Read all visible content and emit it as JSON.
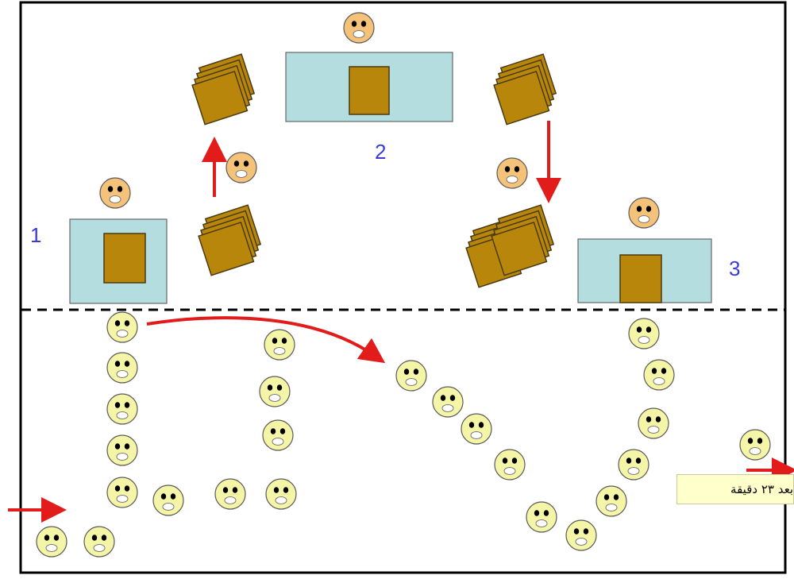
{
  "stations": [
    {
      "number": "1"
    },
    {
      "number": "2"
    },
    {
      "number": "3"
    }
  ],
  "note": {
    "text": "بعد ٢٣ دقيقة"
  },
  "colors": {
    "desk": "#b4dde0",
    "tray": "#b8860b",
    "staff_face": "#f5c27a",
    "customer_face": "#f5f5a8",
    "arrow": "#e21b1b",
    "label": "#3b3bd6",
    "divider": "#000000"
  }
}
